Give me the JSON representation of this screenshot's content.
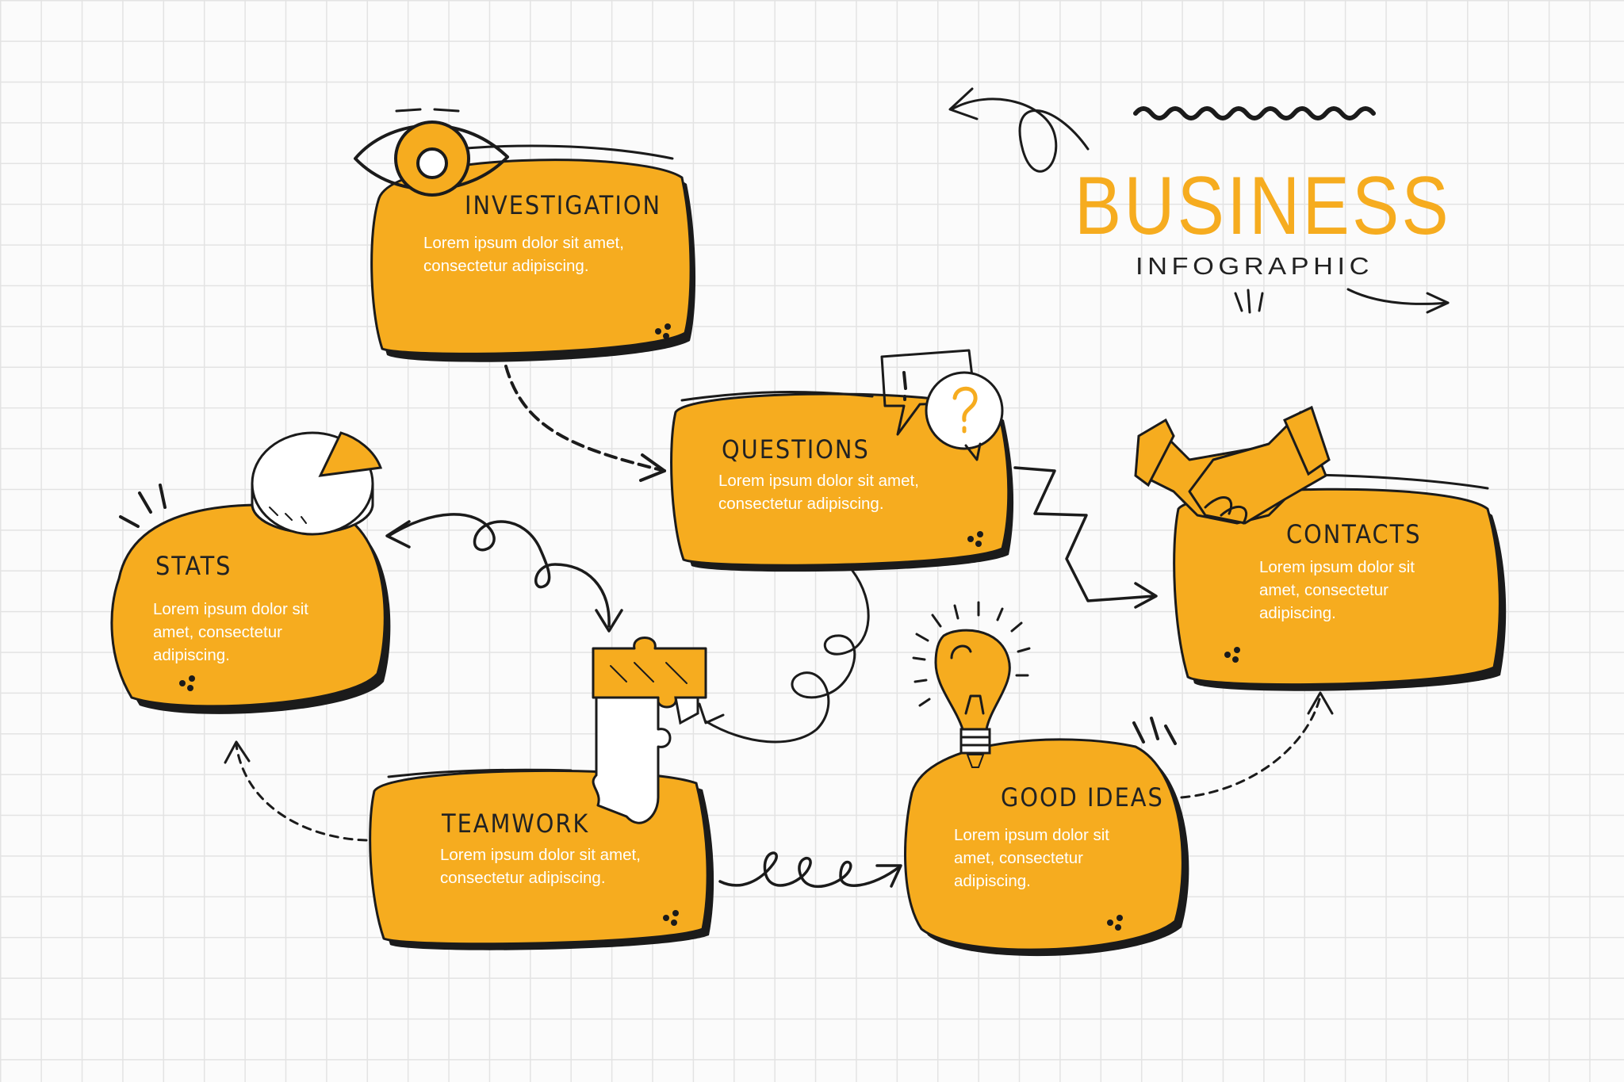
{
  "title": {
    "main": "BUSINESS",
    "sub": "INFOGRAPHIC"
  },
  "colors": {
    "accent": "#F6AC1F",
    "ink": "#1b1b1b",
    "body_text": "#ffffff",
    "grid": "#e3e3e3"
  },
  "steps": [
    {
      "heading": "INVESTIGATION",
      "icon": "eye-icon",
      "lines": [
        "Lorem ipsum dolor sit amet,",
        "consectetur adipiscing."
      ]
    },
    {
      "heading": "QUESTIONS",
      "icon": "speech-bubbles-icon",
      "lines": [
        "Lorem ipsum dolor sit amet,",
        "consectetur adipiscing."
      ]
    },
    {
      "heading": "CONTACTS",
      "icon": "handshake-icon",
      "lines": [
        "Lorem ipsum dolor sit",
        "amet, consectetur",
        "adipiscing."
      ]
    },
    {
      "heading": "STATS",
      "icon": "pie-chart-icon",
      "lines": [
        "Lorem ipsum dolor sit",
        "amet, consectetur",
        "adipiscing."
      ]
    },
    {
      "heading": "TEAMWORK",
      "icon": "puzzle-icon",
      "lines": [
        "Lorem ipsum dolor sit amet,",
        "consectetur adipiscing."
      ]
    },
    {
      "heading": "GOOD IDEAS",
      "icon": "light-bulb-icon",
      "lines": [
        "Lorem ipsum dolor sit",
        "amet, consectetur",
        "adipiscing."
      ]
    }
  ]
}
